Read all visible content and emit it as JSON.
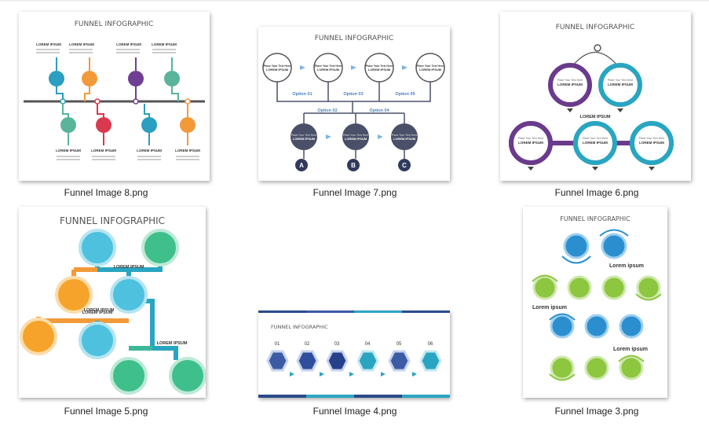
{
  "files": [
    {
      "name": "Funnel Image 8.png",
      "title": "FUNNEL INFOGRAPHIC",
      "label": "LOREM IPSUM"
    },
    {
      "name": "Funnel Image 7.png",
      "title": "FUNNEL INFOGRAPHIC",
      "label": "LOREM IPSUM",
      "placeholder": "Place Your Text Here",
      "options": [
        "Option 01",
        "Option 02",
        "Option 03",
        "Option 04",
        "Option 05"
      ],
      "letters": [
        "A",
        "B",
        "C"
      ]
    },
    {
      "name": "Funnel Image 6.png",
      "title": "FUNNEL INFOGRAPHIC",
      "label": "LOREM IPSUM",
      "placeholder": "Place Your Text Here"
    },
    {
      "name": "Funnel Image 5.png",
      "title": "FUNNEL INFOGRAPHIC",
      "label": "LOREM IPSUM"
    },
    {
      "name": "Funnel Image 4.png",
      "title": "FUNNEL INFOGRAPHIC",
      "steps": [
        "01",
        "02",
        "03",
        "04",
        "05",
        "06"
      ]
    },
    {
      "name": "Funnel Image 3.png",
      "title": "FUNNEL INFOGRAPHIC",
      "label": "Lorem ipsum"
    }
  ]
}
